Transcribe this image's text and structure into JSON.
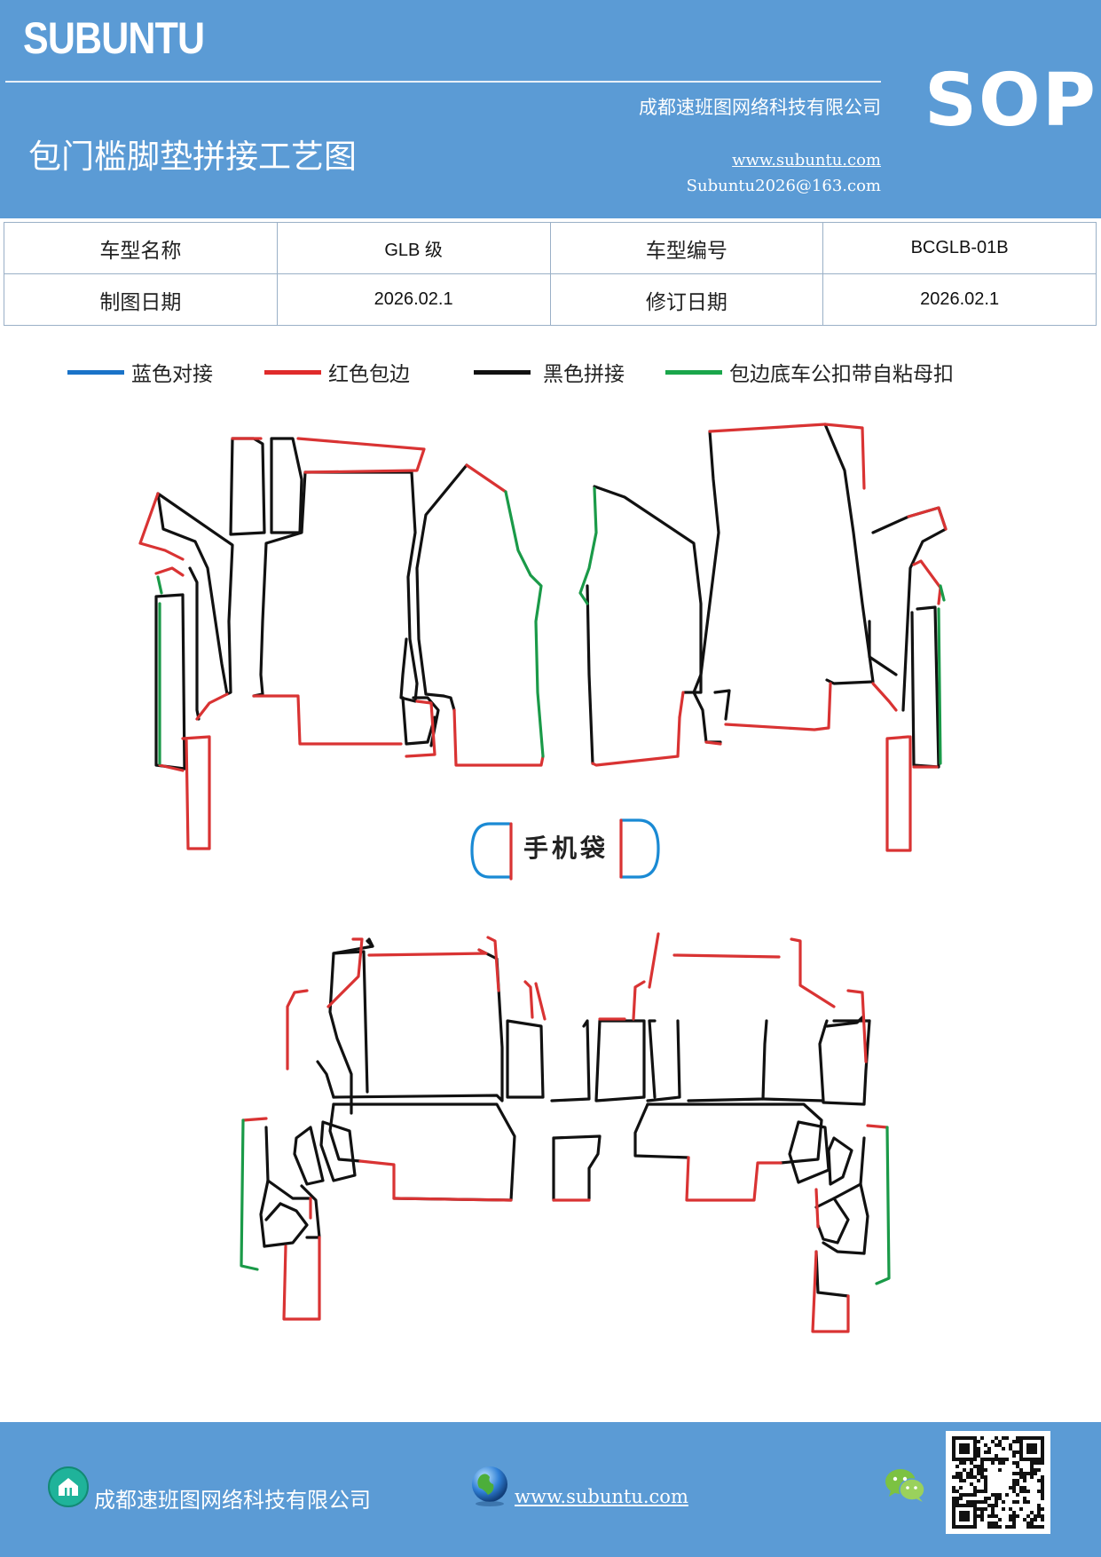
{
  "header": {
    "logo": "SUBUNTU",
    "company": "成都速班图网络科技有限公司",
    "title": "包门槛脚垫拼接工艺图",
    "website": "www.subuntu.com",
    "email": "Subuntu2026@163.com",
    "badge": "SOP"
  },
  "info_table": {
    "row1": {
      "label1": "车型名称",
      "value1": "GLB 级",
      "label2": "车型编号",
      "value2": "BCGLB-01B"
    },
    "row2": {
      "label1": "制图日期",
      "value1": "2026.02.1",
      "label2": "修订日期",
      "value2": "2026.02.1"
    }
  },
  "legend": [
    {
      "label": "蓝色对接",
      "color": "#1a73c8"
    },
    {
      "label": "红色包边",
      "color": "#e02b2b"
    },
    {
      "label": "黑色拼接",
      "color": "#111111"
    },
    {
      "label": "包边底车公扣带自粘母扣",
      "color": "#1aa64b"
    }
  ],
  "diagram": {
    "pocket_label": "手机袋",
    "colors": {
      "blue": "#1a8ad4",
      "red": "#d93333",
      "black": "#111111",
      "green": "#1a9a48"
    }
  },
  "footer": {
    "company": "成都速班图网络科技有限公司",
    "website": "www.subuntu.com",
    "icons": [
      "home-icon",
      "globe-icon",
      "wechat-icon",
      "qr-code"
    ]
  }
}
